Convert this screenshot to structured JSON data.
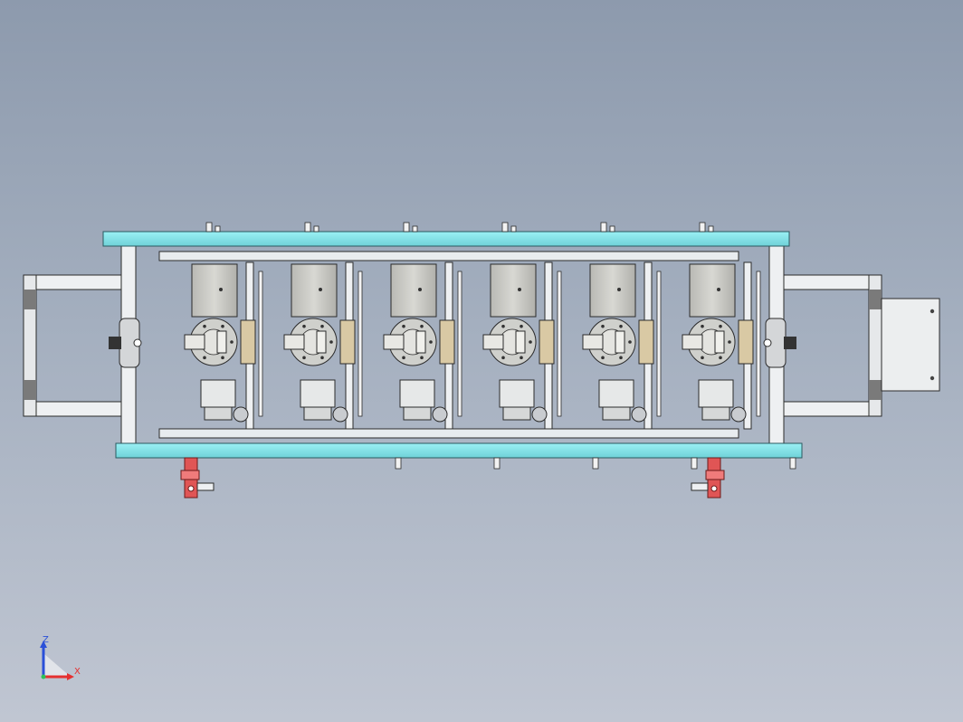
{
  "app": {
    "view": "front"
  },
  "colors": {
    "background_top": "#8d9aad",
    "background_bottom": "#c0c6d2",
    "plate": "#7fe0e6",
    "plate_edge": "#2a5a60",
    "frame": "#e8ecef",
    "line": "#2b2b2b",
    "motor": "#c9c9c4",
    "bracket": "#d9c9a4",
    "clamp": "#e05555",
    "axis_x": "#e53030",
    "axis_z": "#2a50d8"
  },
  "model": {
    "name": "six-station-fixture-assembly",
    "station_count": 6
  },
  "triad": {
    "axes": [
      {
        "name": "z",
        "label": "Z",
        "color": "#2a50d8"
      },
      {
        "name": "x",
        "label": "X",
        "color": "#e53030"
      }
    ]
  }
}
